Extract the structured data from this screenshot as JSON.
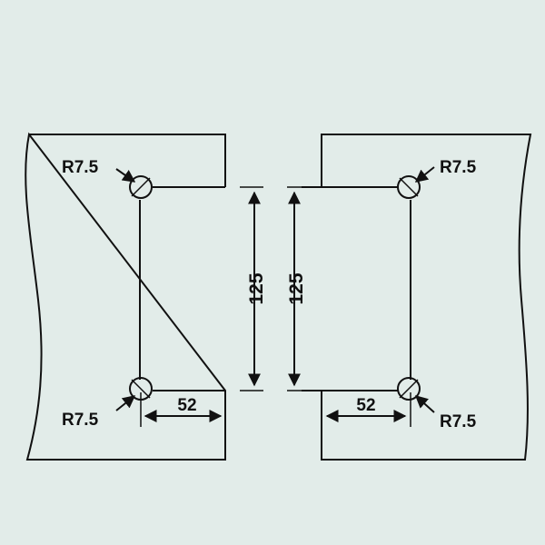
{
  "diagram": {
    "background": "#e2ece9",
    "ink": "#111111",
    "left_panel": {
      "radius_top_label": "R7.5",
      "radius_bottom_label": "R7.5",
      "height_label": "125",
      "width_label": "52"
    },
    "right_panel": {
      "radius_top_label": "R7.5",
      "radius_bottom_label": "R7.5",
      "height_label": "125",
      "width_label": "52"
    }
  }
}
